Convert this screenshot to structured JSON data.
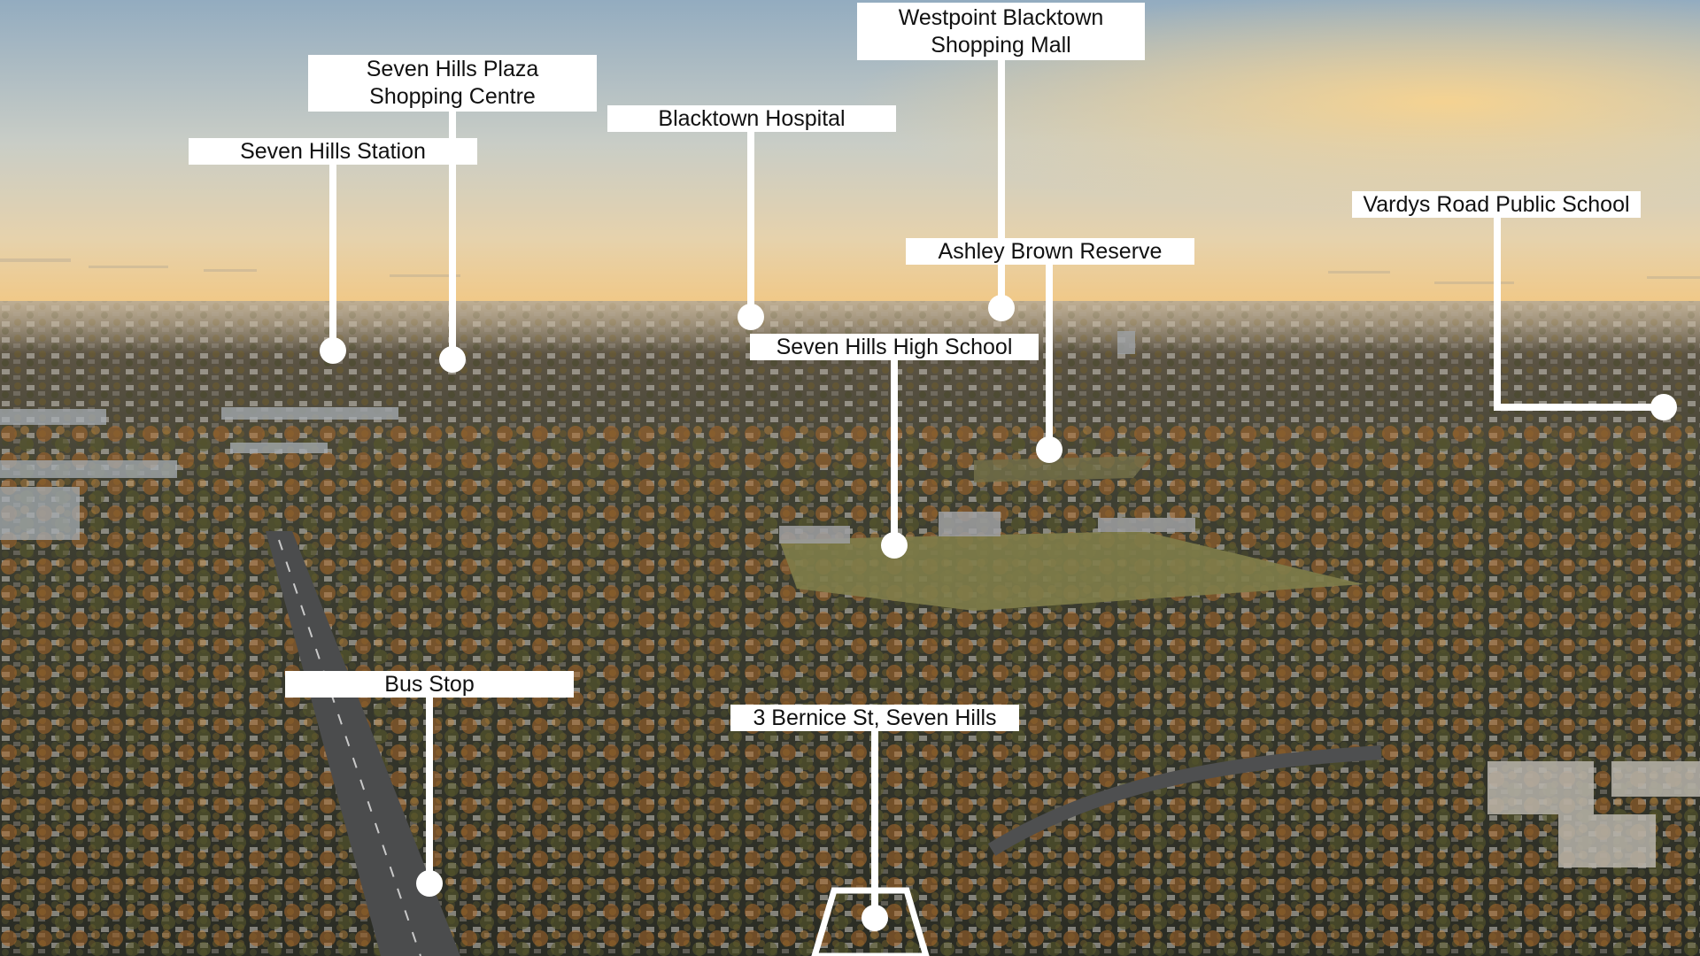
{
  "image": {
    "description_colors": {
      "sky_top": "#9db3c4",
      "sky_mid": "#d8d3c4",
      "horizon_glow": "#f2c27a",
      "haze": "#b7a48a",
      "suburb_dark": "#2f3328",
      "tree_autumn": "#b9722c",
      "field_green": "#8d8a52",
      "marker_white": "#ffffff"
    }
  },
  "labels": {
    "westpoint": [
      "Westpoint Blacktown",
      "Shopping Mall"
    ],
    "plaza": [
      "Seven Hills Plaza",
      "Shopping Centre"
    ],
    "hospital": "Blacktown Hospital",
    "station": "Seven Hills Station",
    "vardys": "Vardys Road Public School",
    "ashley": "Ashley Brown Reserve",
    "high_school": "Seven Hills High School",
    "bus_stop": "Bus Stop",
    "property": "3 Bernice St, Seven Hills"
  }
}
